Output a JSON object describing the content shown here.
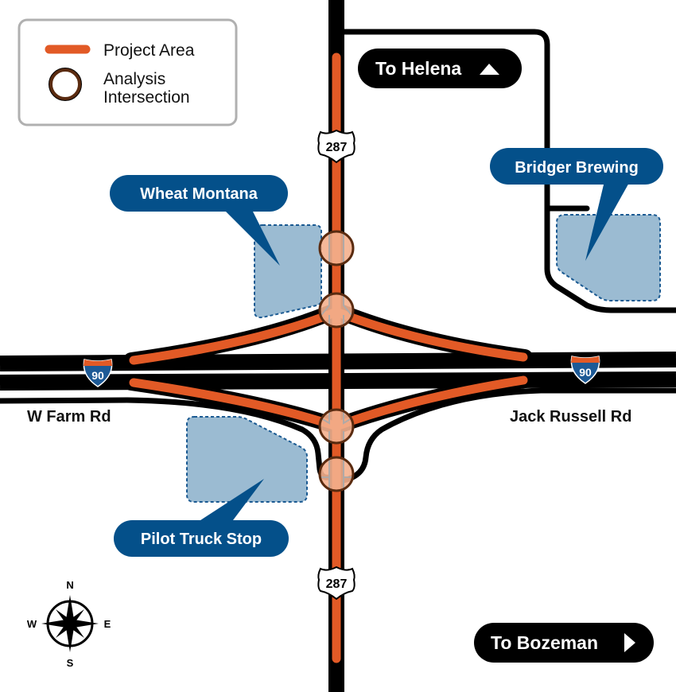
{
  "legend": {
    "items": [
      {
        "label": "Project Area",
        "symbol": "orange-line"
      },
      {
        "label_line1": "Analysis",
        "label_line2": "Intersection",
        "symbol": "brown-circle"
      }
    ]
  },
  "direction_buttons": {
    "north": {
      "label": "To Helena",
      "icon": "triangle-up-icon"
    },
    "south": {
      "label": "To Bozeman",
      "icon": "triangle-right-icon"
    }
  },
  "routes": {
    "us_highway": "287",
    "interstate": "90"
  },
  "road_labels": {
    "west": "W Farm Rd",
    "east": "Jack Russell Rd"
  },
  "callouts": {
    "wheat_montana": "Wheat Montana",
    "bridger_brewing": "Bridger Brewing",
    "pilot_truck_stop": "Pilot Truck Stop"
  },
  "compass": {
    "n": "N",
    "s": "S",
    "e": "E",
    "w": "W"
  },
  "colors": {
    "project_area": "#e25a26",
    "analysis_ring": "#5a2b10",
    "callout_fill": "#04508a",
    "parcel_fill": "#9bbbd2",
    "parcel_border": "#1b5a92",
    "road": "#000000",
    "interstate_blue": "#1d5a96",
    "interstate_red": "#e25a26"
  }
}
